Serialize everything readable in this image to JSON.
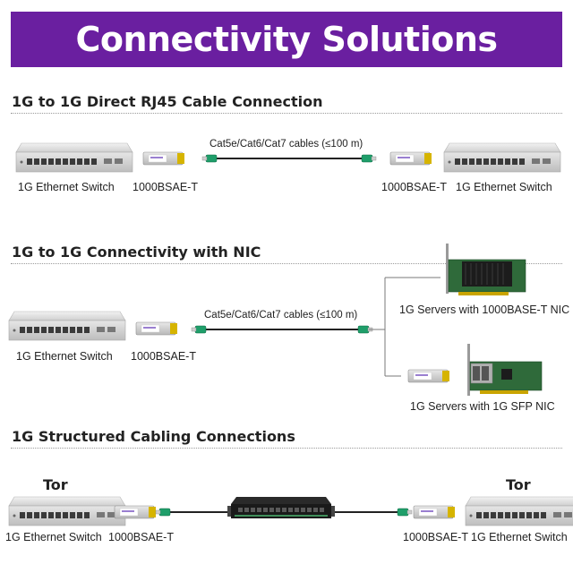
{
  "banner": {
    "title": "Connectivity Solutions"
  },
  "section1": {
    "title": "1G to 1G Direct RJ45 Cable Connection",
    "cable_label": "Cat5e/Cat6/Cat7 cables (≤100 m)",
    "left_switch_label": "1G Ethernet Switch",
    "left_module_label": "1000BSAE-T",
    "right_module_label": "1000BSAE-T",
    "right_switch_label": "1G Ethernet Switch"
  },
  "section2": {
    "title": "1G to 1G Connectivity with NIC",
    "cable_label": "Cat5e/Cat6/Cat7 cables (≤100 m)",
    "switch_label": "1G Ethernet Switch",
    "module_label": "1000BSAE-T",
    "server_top_label": "1G Servers with 1000BASE-T NIC",
    "server_bottom_label": "1G Servers with 1G SFP NIC"
  },
  "section3": {
    "title": "1G Structured Cabling Connections",
    "left_tor": "Tor",
    "right_tor": "Tor",
    "left_switch_label": "1G Ethernet Switch",
    "left_module_label": "1000BSAE-T",
    "right_module_label": "1000BSAE-T",
    "right_switch_label": "1G Ethernet Switch"
  },
  "colors": {
    "banner": "#6a1fa0",
    "module_label": "#9a7fd0",
    "cable_connector": "#1f9e6a"
  }
}
